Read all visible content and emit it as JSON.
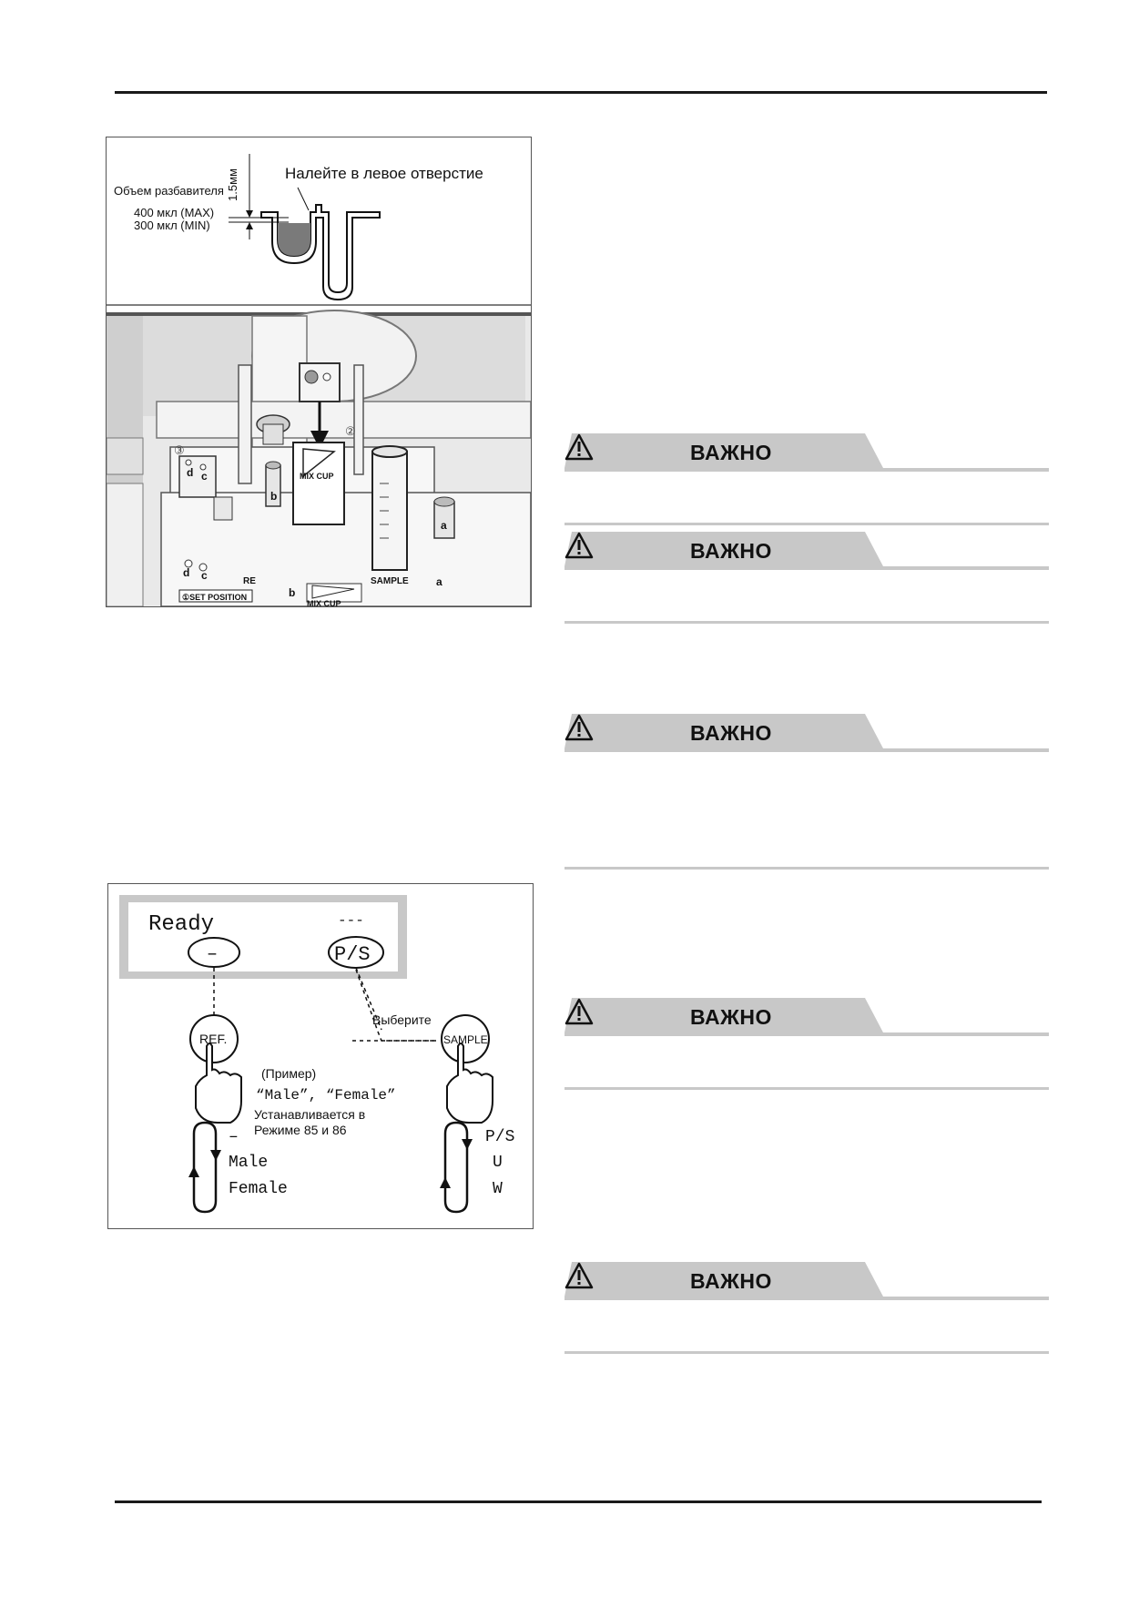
{
  "figure1": {
    "top_label": "Налейте в левое отверстие",
    "volume_label": "Объем разбавителя",
    "dim_label": "1.5мм",
    "max_label": "400 мкл (MAX)",
    "min_label": "300 мкл (MIN)",
    "mix_cup_label": "MIX CUP",
    "mix_cup_label_bottom": "MIX CUP",
    "sample_label": "SAMPLE",
    "set_position_label": "①SET POSITION",
    "re_label": "RE",
    "circle2_label": "②",
    "circle3_label": "③",
    "letters": {
      "a": "a",
      "b": "b",
      "c": "c",
      "d": "d",
      "c2": "c",
      "d2": "d",
      "a2": "a",
      "b2": "b"
    }
  },
  "figure2": {
    "ready_label": "Ready",
    "dashes_label": "---",
    "minus_label": "–",
    "ps_label": "P/S",
    "ref_button": "REF.",
    "sample_button": "SAMPLE",
    "select_label": "Выберите",
    "example_label": "(Пример)",
    "quote_label": "“Male”, “Female”",
    "setup_line1": "Устанавливается в",
    "setup_line2": "Режиме 85 и 86",
    "left_list": [
      "–",
      "Male",
      "Female"
    ],
    "right_list": [
      "P/S",
      "U",
      "W"
    ]
  },
  "warnings": [
    {
      "label": "ВАЖНО"
    },
    {
      "label": "ВАЖНО"
    },
    {
      "label": "ВАЖНО"
    },
    {
      "label": "ВАЖНО"
    },
    {
      "label": "ВАЖНО"
    }
  ]
}
